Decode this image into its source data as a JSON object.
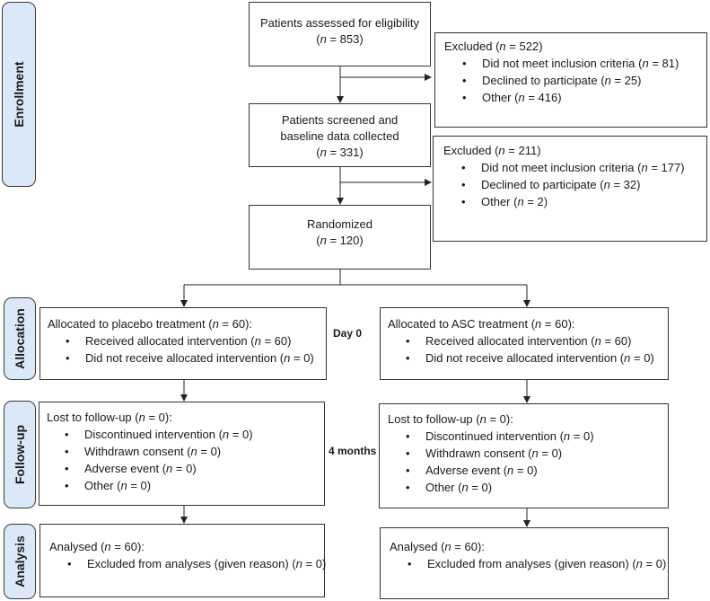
{
  "stages": {
    "enrollment": "Enrollment",
    "allocation": "Allocation",
    "followup": "Follow-up",
    "analysis": "Analysis"
  },
  "assessed": {
    "line1": "Patients assessed for eligibility",
    "n": "= 853"
  },
  "excluded1": {
    "title_pre": "Excluded (",
    "n": "= 522",
    "title_post": ")",
    "items": [
      {
        "text": "Did not meet inclusion criteria (",
        "n": "= 81",
        "post": ")"
      },
      {
        "text": "Declined to participate (",
        "n": "= 25",
        "post": ")"
      },
      {
        "text": "Other (",
        "n": "= 416",
        "post": ")"
      }
    ]
  },
  "screened": {
    "line1": "Patients screened and",
    "line2": "baseline data collected",
    "n": "= 331"
  },
  "excluded2": {
    "title_pre": "Excluded (",
    "n": "= 211",
    "title_post": ")",
    "items": [
      {
        "text": "Did not meet inclusion criteria (",
        "n": "= 177",
        "post": ")"
      },
      {
        "text": "Declined to participate (",
        "n": "= 32",
        "post": ")"
      },
      {
        "text": "Other (",
        "n": "= 2",
        "post": ")"
      }
    ]
  },
  "randomized": {
    "line1": "Randomized",
    "n": "= 120"
  },
  "n_letter": "n",
  "placebo_alloc": {
    "title_pre": "Allocated to placebo treatment (",
    "n": "= 60",
    "title_post": "):",
    "items": [
      {
        "text": "Received allocated intervention (",
        "n": "= 60",
        "post": ")"
      },
      {
        "text": "Did not receive allocated intervention (",
        "n": "= 0",
        "post": ")"
      }
    ]
  },
  "asc_alloc": {
    "title_pre": "Allocated to ASC treatment (",
    "n": "= 60",
    "title_post": "):",
    "items": [
      {
        "text": "Received allocated intervention (",
        "n": "= 60",
        "post": ")"
      },
      {
        "text": "Did not receive allocated intervention (",
        "n": "= 0",
        "post": ")"
      }
    ]
  },
  "day0": "Day 0",
  "four_months": "4 months",
  "placebo_followup": {
    "title_pre": "Lost to follow-up (",
    "n": "= 0",
    "title_post": "):",
    "items": [
      {
        "text": "Discontinued intervention (",
        "n": "= 0",
        "post": ")"
      },
      {
        "text": "Withdrawn consent (",
        "n": "= 0",
        "post": ")"
      },
      {
        "text": "Adverse event (",
        "n": "= 0",
        "post": ")"
      },
      {
        "text": "Other (",
        "n": "= 0",
        "post": ")"
      }
    ]
  },
  "asc_followup": {
    "title_pre": "Lost to follow-up (",
    "n": "= 0",
    "title_post": "):",
    "items": [
      {
        "text": "Discontinued intervention (",
        "n": "= 0",
        "post": ")"
      },
      {
        "text": "Withdrawn consent (",
        "n": "= 0",
        "post": ")"
      },
      {
        "text": "Adverse event (",
        "n": "= 0",
        "post": ")"
      },
      {
        "text": "Other (",
        "n": "= 0",
        "post": ")"
      }
    ]
  },
  "placebo_analysis": {
    "title_pre": "Analysed (",
    "n": "= 60",
    "title_post": "):",
    "items": [
      {
        "text": "Excluded from analyses (given reason) (",
        "n": "= 0",
        "post": ")"
      }
    ]
  },
  "asc_analysis": {
    "title_pre": "Analysed (",
    "n": "= 60",
    "title_post": "):",
    "items": [
      {
        "text": "Excluded from analyses (given reason) (",
        "n": "= 0",
        "post": ")"
      }
    ]
  }
}
